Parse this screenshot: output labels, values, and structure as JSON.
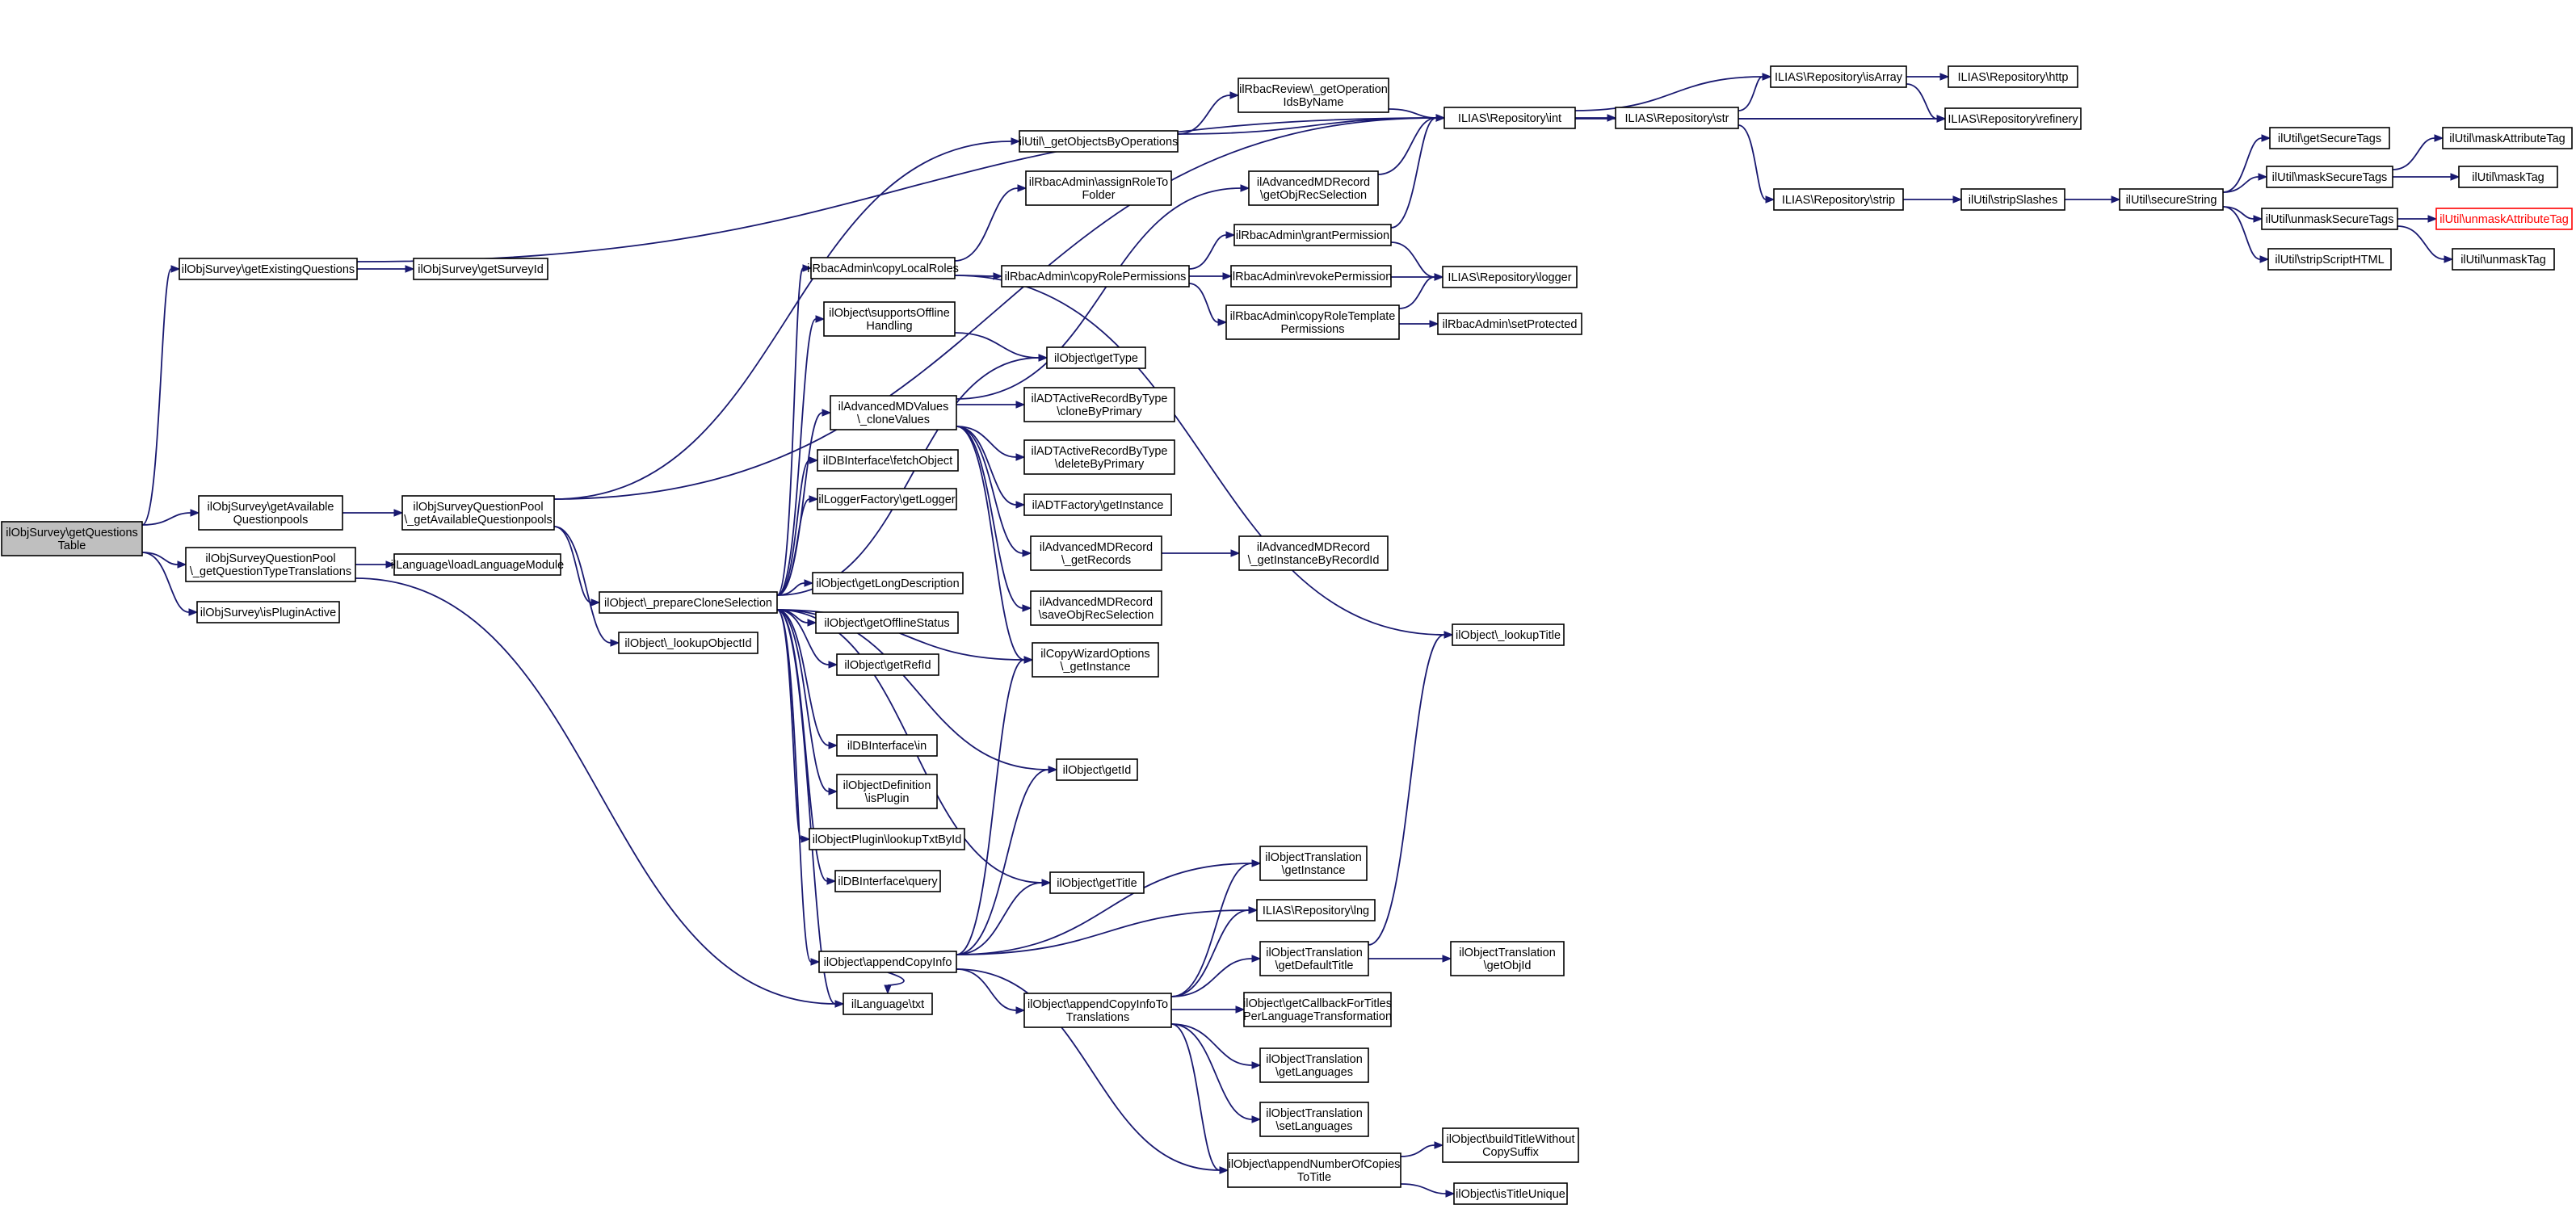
{
  "colors": {
    "edge": "#191970",
    "node_border": "#000000",
    "root_fill": "#bfbfbf",
    "missing_border": "#ff0000",
    "background": "#ffffff"
  },
  "nodes": {
    "root": {
      "lines": [
        "ilObjSurvey\\getQuestions",
        "Table"
      ],
      "role": "root"
    },
    "getExistingQuestions": {
      "lines": [
        "ilObjSurvey\\getExistingQuestions"
      ]
    },
    "getSurveyId": {
      "lines": [
        "ilObjSurvey\\getSurveyId"
      ]
    },
    "getAvailableQuestionpools": {
      "lines": [
        "ilObjSurvey\\getAvailable",
        "Questionpools"
      ]
    },
    "pool_getAvailableQuestionpools": {
      "lines": [
        "ilObjSurveyQuestionPool",
        "\\_getAvailableQuestionpools"
      ]
    },
    "pool_getQuestionTypeTranslations": {
      "lines": [
        "ilObjSurveyQuestionPool",
        "\\_getQuestionTypeTranslations"
      ]
    },
    "loadLanguageModule": {
      "lines": [
        "ilLanguage\\loadLanguageModule"
      ]
    },
    "isPluginActive": {
      "lines": [
        "ilObjSurvey\\isPluginActive"
      ]
    },
    "prepareCloneSelection": {
      "lines": [
        "ilObject\\_prepareCloneSelection"
      ]
    },
    "lookupObjectId": {
      "lines": [
        "ilObject\\_lookupObjectId"
      ]
    },
    "getObjectsByOperations": {
      "lines": [
        "ilUtil\\_getObjectsByOperations"
      ]
    },
    "getOperationIdsByName": {
      "lines": [
        "ilRbacReview\\_getOperation",
        "IdsByName"
      ]
    },
    "assignRoleToFolder": {
      "lines": [
        "ilRbacAdmin\\assignRoleTo",
        "Folder"
      ]
    },
    "copyLocalRoles": {
      "lines": [
        "ilRbacAdmin\\copyLocalRoles"
      ]
    },
    "supportsOfflineHandling": {
      "lines": [
        "ilObject\\supportsOffline",
        "Handling"
      ]
    },
    "cloneValues": {
      "lines": [
        "ilAdvancedMDValues",
        "\\_cloneValues"
      ]
    },
    "fetchObject": {
      "lines": [
        "ilDBInterface\\fetchObject"
      ]
    },
    "getLogger": {
      "lines": [
        "ilLoggerFactory\\getLogger"
      ]
    },
    "getLongDescription": {
      "lines": [
        "ilObject\\getLongDescription"
      ]
    },
    "getOfflineStatus": {
      "lines": [
        "ilObject\\getOfflineStatus"
      ]
    },
    "getRefId": {
      "lines": [
        "ilObject\\getRefId"
      ]
    },
    "db_in": {
      "lines": [
        "ilDBInterface\\in"
      ]
    },
    "isPlugin": {
      "lines": [
        "ilObjectDefinition",
        "\\isPlugin"
      ]
    },
    "lookupTxtById": {
      "lines": [
        "ilObjectPlugin\\lookupTxtById"
      ]
    },
    "db_query": {
      "lines": [
        "ilDBInterface\\query"
      ]
    },
    "appendCopyInfo": {
      "lines": [
        "ilObject\\appendCopyInfo"
      ]
    },
    "lang_txt": {
      "lines": [
        "ilLanguage\\txt"
      ]
    },
    "getType": {
      "lines": [
        "ilObject\\getType"
      ]
    },
    "copyRolePermissions": {
      "lines": [
        "ilRbacAdmin\\copyRolePermissions"
      ]
    },
    "cloneByPrimary": {
      "lines": [
        "ilADTActiveRecordByType",
        "\\cloneByPrimary"
      ]
    },
    "deleteByPrimary": {
      "lines": [
        "ilADTActiveRecordByType",
        "\\deleteByPrimary"
      ]
    },
    "adtFactory_getInstance": {
      "lines": [
        "ilADTFactory\\getInstance"
      ]
    },
    "getRecords": {
      "lines": [
        "ilAdvancedMDRecord",
        "\\_getRecords"
      ]
    },
    "saveObjRecSelection": {
      "lines": [
        "ilAdvancedMDRecord",
        "\\saveObjRecSelection"
      ]
    },
    "copyWizard_getInstance": {
      "lines": [
        "ilCopyWizardOptions",
        "\\_getInstance"
      ]
    },
    "getId": {
      "lines": [
        "ilObject\\getId"
      ]
    },
    "getTitle": {
      "lines": [
        "ilObject\\getTitle"
      ]
    },
    "appendCopyInfoToTranslations": {
      "lines": [
        "ilObject\\appendCopyInfoTo",
        "Translations"
      ]
    },
    "getObjRecSelection": {
      "lines": [
        "ilAdvancedMDRecord",
        "\\getObjRecSelection"
      ]
    },
    "grantPermission": {
      "lines": [
        "ilRbacAdmin\\grantPermission"
      ]
    },
    "revokePermission": {
      "lines": [
        "ilRbacAdmin\\revokePermission"
      ]
    },
    "copyRoleTemplatePermissions": {
      "lines": [
        "ilRbacAdmin\\copyRoleTemplate",
        "Permissions"
      ]
    },
    "getInstanceByRecordId": {
      "lines": [
        "ilAdvancedMDRecord",
        "\\_getInstanceByRecordId"
      ]
    },
    "ot_getInstance": {
      "lines": [
        "ilObjectTranslation",
        "\\getInstance"
      ]
    },
    "repo_lng": {
      "lines": [
        "ILIAS\\Repository\\lng"
      ]
    },
    "getDefaultTitle": {
      "lines": [
        "ilObjectTranslation",
        "\\getDefaultTitle"
      ]
    },
    "getCallbackForTitles": {
      "lines": [
        "ilObject\\getCallbackForTitles",
        "PerLanguageTransformation"
      ]
    },
    "getLanguages": {
      "lines": [
        "ilObjectTranslation",
        "\\getLanguages"
      ]
    },
    "setLanguages": {
      "lines": [
        "ilObjectTranslation",
        "\\setLanguages"
      ]
    },
    "appendNumberOfCopies": {
      "lines": [
        "ilObject\\appendNumberOfCopies",
        "ToTitle"
      ]
    },
    "repo_int": {
      "lines": [
        "ILIAS\\Repository\\int"
      ]
    },
    "repo_logger": {
      "lines": [
        "ILIAS\\Repository\\logger"
      ]
    },
    "setProtected": {
      "lines": [
        "ilRbacAdmin\\setProtected"
      ]
    },
    "lookupTitle": {
      "lines": [
        "ilObject\\_lookupTitle"
      ]
    },
    "getObjId": {
      "lines": [
        "ilObjectTranslation",
        "\\getObjId"
      ]
    },
    "buildTitleWithoutCopySuffix": {
      "lines": [
        "ilObject\\buildTitleWithout",
        "CopySuffix"
      ]
    },
    "isTitleUnique": {
      "lines": [
        "ilObject\\isTitleUnique"
      ]
    },
    "repo_str": {
      "lines": [
        "ILIAS\\Repository\\str"
      ]
    },
    "repo_isArray": {
      "lines": [
        "ILIAS\\Repository\\isArray"
      ]
    },
    "repo_strip": {
      "lines": [
        "ILIAS\\Repository\\strip"
      ]
    },
    "repo_http": {
      "lines": [
        "ILIAS\\Repository\\http"
      ]
    },
    "repo_refinery": {
      "lines": [
        "ILIAS\\Repository\\refinery"
      ]
    },
    "stripSlashes": {
      "lines": [
        "ilUtil\\stripSlashes"
      ]
    },
    "secureString": {
      "lines": [
        "ilUtil\\secureString"
      ]
    },
    "getSecureTags": {
      "lines": [
        "ilUtil\\getSecureTags"
      ]
    },
    "maskSecureTags": {
      "lines": [
        "ilUtil\\maskSecureTags"
      ]
    },
    "unmaskSecureTags": {
      "lines": [
        "ilUtil\\unmaskSecureTags"
      ]
    },
    "stripScriptHTML": {
      "lines": [
        "ilUtil\\stripScriptHTML"
      ]
    },
    "maskAttributeTag": {
      "lines": [
        "ilUtil\\maskAttributeTag"
      ]
    },
    "maskTag": {
      "lines": [
        "ilUtil\\maskTag"
      ]
    },
    "unmaskAttributeTag": {
      "lines": [
        "ilUtil\\unmaskAttributeTag"
      ],
      "role": "missing"
    },
    "unmaskTag": {
      "lines": [
        "ilUtil\\unmaskTag"
      ]
    }
  },
  "edges": [
    [
      "root",
      "getExistingQuestions"
    ],
    [
      "root",
      "getAvailableQuestionpools"
    ],
    [
      "root",
      "pool_getQuestionTypeTranslations"
    ],
    [
      "root",
      "isPluginActive"
    ],
    [
      "getExistingQuestions",
      "getSurveyId"
    ],
    [
      "getExistingQuestions",
      "repo_int"
    ],
    [
      "getAvailableQuestionpools",
      "pool_getAvailableQuestionpools"
    ],
    [
      "pool_getAvailableQuestionpools",
      "prepareCloneSelection"
    ],
    [
      "pool_getAvailableQuestionpools",
      "lookupObjectId"
    ],
    [
      "pool_getAvailableQuestionpools",
      "getObjectsByOperations"
    ],
    [
      "pool_getAvailableQuestionpools",
      "repo_int"
    ],
    [
      "pool_getQuestionTypeTranslations",
      "loadLanguageModule"
    ],
    [
      "pool_getQuestionTypeTranslations",
      "lang_txt"
    ],
    [
      "getObjectsByOperations",
      "getOperationIdsByName"
    ],
    [
      "getObjectsByOperations",
      "repo_int"
    ],
    [
      "getOperationIdsByName",
      "repo_int"
    ],
    [
      "prepareCloneSelection",
      "copyLocalRoles"
    ],
    [
      "prepareCloneSelection",
      "supportsOfflineHandling"
    ],
    [
      "prepareCloneSelection",
      "cloneValues"
    ],
    [
      "prepareCloneSelection",
      "fetchObject"
    ],
    [
      "prepareCloneSelection",
      "getLogger"
    ],
    [
      "prepareCloneSelection",
      "getLongDescription"
    ],
    [
      "prepareCloneSelection",
      "getOfflineStatus"
    ],
    [
      "prepareCloneSelection",
      "getRefId"
    ],
    [
      "prepareCloneSelection",
      "db_in"
    ],
    [
      "prepareCloneSelection",
      "isPlugin"
    ],
    [
      "prepareCloneSelection",
      "lookupTxtById"
    ],
    [
      "prepareCloneSelection",
      "db_query"
    ],
    [
      "prepareCloneSelection",
      "appendCopyInfo"
    ],
    [
      "prepareCloneSelection",
      "lang_txt"
    ],
    [
      "prepareCloneSelection",
      "getType"
    ],
    [
      "prepareCloneSelection",
      "copyWizard_getInstance"
    ],
    [
      "prepareCloneSelection",
      "getId"
    ],
    [
      "prepareCloneSelection",
      "getTitle"
    ],
    [
      "copyLocalRoles",
      "assignRoleToFolder"
    ],
    [
      "copyLocalRoles",
      "copyRolePermissions"
    ],
    [
      "copyLocalRoles",
      "lookupTitle"
    ],
    [
      "supportsOfflineHandling",
      "getType"
    ],
    [
      "cloneValues",
      "getObjRecSelection"
    ],
    [
      "cloneValues",
      "cloneByPrimary"
    ],
    [
      "cloneValues",
      "deleteByPrimary"
    ],
    [
      "cloneValues",
      "adtFactory_getInstance"
    ],
    [
      "cloneValues",
      "getRecords"
    ],
    [
      "cloneValues",
      "saveObjRecSelection"
    ],
    [
      "cloneValues",
      "copyWizard_getInstance"
    ],
    [
      "getRecords",
      "getInstanceByRecordId"
    ],
    [
      "getObjRecSelection",
      "repo_int"
    ],
    [
      "copyRolePermissions",
      "grantPermission"
    ],
    [
      "copyRolePermissions",
      "revokePermission"
    ],
    [
      "copyRolePermissions",
      "copyRoleTemplatePermissions"
    ],
    [
      "grantPermission",
      "repo_int"
    ],
    [
      "grantPermission",
      "repo_logger"
    ],
    [
      "revokePermission",
      "repo_logger"
    ],
    [
      "copyRoleTemplatePermissions",
      "repo_logger"
    ],
    [
      "copyRoleTemplatePermissions",
      "setProtected"
    ],
    [
      "appendCopyInfo",
      "copyWizard_getInstance"
    ],
    [
      "appendCopyInfo",
      "getId"
    ],
    [
      "appendCopyInfo",
      "getTitle"
    ],
    [
      "appendCopyInfo",
      "ot_getInstance"
    ],
    [
      "appendCopyInfo",
      "repo_lng"
    ],
    [
      "appendCopyInfo",
      "appendCopyInfoToTranslations"
    ],
    [
      "appendCopyInfo",
      "lang_txt"
    ],
    [
      "appendCopyInfo",
      "appendNumberOfCopies"
    ],
    [
      "appendCopyInfoToTranslations",
      "ot_getInstance"
    ],
    [
      "appendCopyInfoToTranslations",
      "repo_lng"
    ],
    [
      "appendCopyInfoToTranslations",
      "getDefaultTitle"
    ],
    [
      "appendCopyInfoToTranslations",
      "getCallbackForTitles"
    ],
    [
      "appendCopyInfoToTranslations",
      "getLanguages"
    ],
    [
      "appendCopyInfoToTranslations",
      "setLanguages"
    ],
    [
      "appendCopyInfoToTranslations",
      "appendNumberOfCopies"
    ],
    [
      "getDefaultTitle",
      "getObjId"
    ],
    [
      "getDefaultTitle",
      "lookupTitle"
    ],
    [
      "appendNumberOfCopies",
      "buildTitleWithoutCopySuffix"
    ],
    [
      "appendNumberOfCopies",
      "isTitleUnique"
    ],
    [
      "repo_int",
      "repo_str"
    ],
    [
      "repo_int",
      "repo_isArray"
    ],
    [
      "repo_int",
      "repo_refinery"
    ],
    [
      "repo_str",
      "repo_isArray"
    ],
    [
      "repo_str",
      "repo_refinery"
    ],
    [
      "repo_str",
      "repo_strip"
    ],
    [
      "repo_isArray",
      "repo_http"
    ],
    [
      "repo_isArray",
      "repo_refinery"
    ],
    [
      "repo_strip",
      "stripSlashes"
    ],
    [
      "stripSlashes",
      "secureString"
    ],
    [
      "secureString",
      "getSecureTags"
    ],
    [
      "secureString",
      "maskSecureTags"
    ],
    [
      "secureString",
      "unmaskSecureTags"
    ],
    [
      "secureString",
      "stripScriptHTML"
    ],
    [
      "maskSecureTags",
      "maskAttributeTag"
    ],
    [
      "maskSecureTags",
      "maskTag"
    ],
    [
      "unmaskSecureTags",
      "unmaskAttributeTag"
    ],
    [
      "unmaskSecureTags",
      "unmaskTag"
    ]
  ]
}
